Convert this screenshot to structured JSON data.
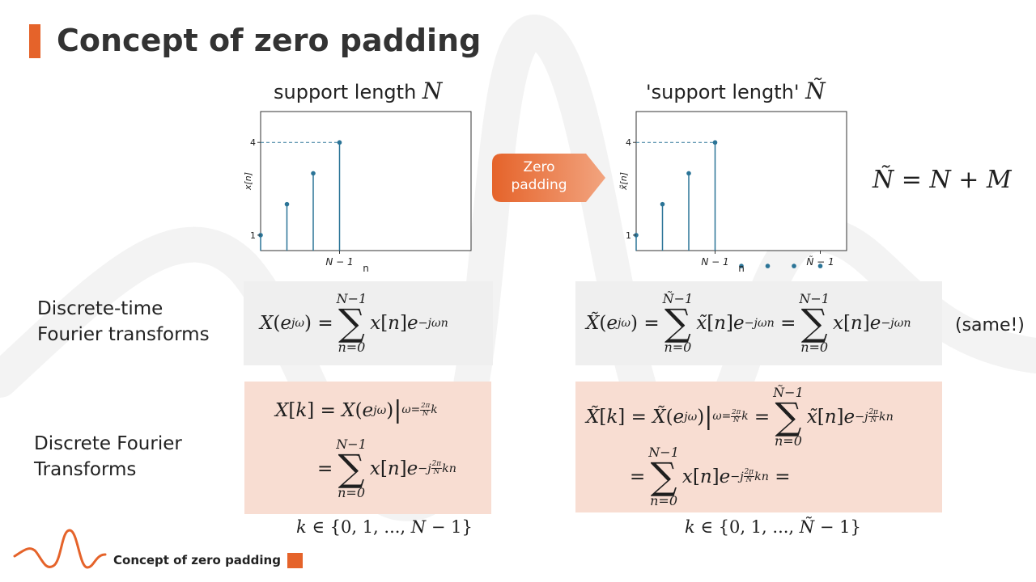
{
  "title": "Concept of zero padding",
  "left_panel": {
    "title_text": "support length",
    "title_symbol": "N"
  },
  "right_panel": {
    "title_text": "'support length'",
    "title_symbol": "Ñ"
  },
  "arrow": {
    "line1": "Zero",
    "line2": "padding"
  },
  "equation_right": "Ñ = N + M",
  "labels": {
    "dtft_line1": "Discrete-time",
    "dtft_line2": "Fourier transforms",
    "dft_line1": "Discrete Fourier",
    "dft_line2": "Transforms"
  },
  "same_note": "(same!)",
  "footer": {
    "text": "Concept of zero padding"
  },
  "colors": {
    "accent": "#e5632a",
    "stem": "#2b7497",
    "gray_box": "#efefef",
    "peach_box": "#f8ddd2"
  },
  "chart_data": [
    {
      "type": "stem",
      "ylabel": "x[n]",
      "xlabel": "n",
      "yticks": [
        "1",
        "4"
      ],
      "xticks": [
        "N − 1"
      ],
      "x": [
        0,
        1,
        2,
        3
      ],
      "values": [
        1,
        2,
        3,
        4
      ],
      "xlim": [
        0,
        8
      ],
      "ylim": [
        0.5,
        5
      ]
    },
    {
      "type": "stem",
      "ylabel": "x̃[n]",
      "xlabel": "n",
      "yticks": [
        "1",
        "4"
      ],
      "xticks": [
        "N − 1",
        "Ñ − 1"
      ],
      "x": [
        0,
        1,
        2,
        3,
        4,
        5,
        6,
        7
      ],
      "values": [
        1,
        2,
        3,
        4,
        0,
        0,
        0,
        0
      ],
      "xlim": [
        0,
        8
      ],
      "ylim": [
        0.5,
        5
      ]
    }
  ]
}
